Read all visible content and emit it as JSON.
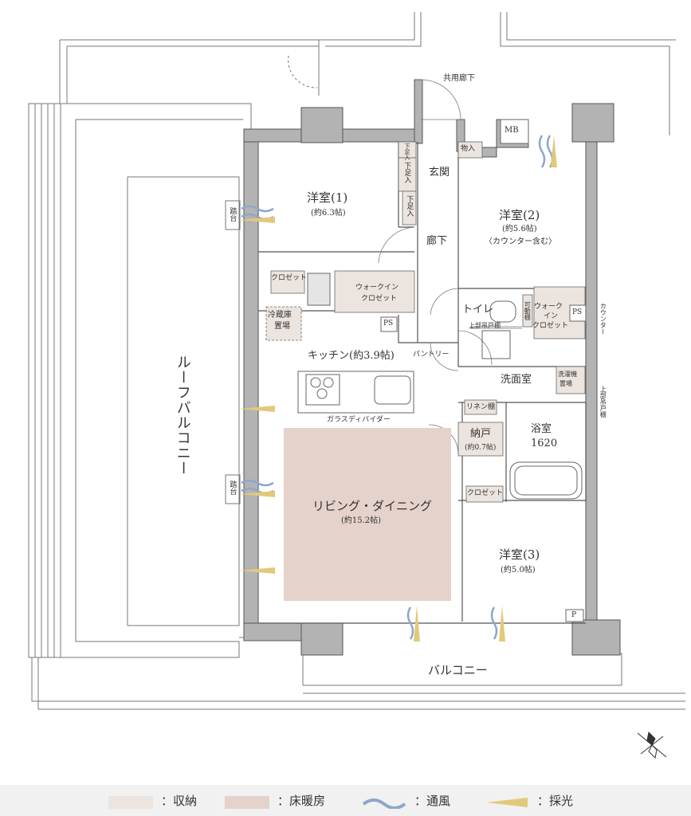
{
  "rooms": {
    "western1": {
      "name": "洋室(1)",
      "size": "(約6.3帖)"
    },
    "western2": {
      "name": "洋室(2)",
      "size": "(約5.6帖)",
      "note": "〈カウンター含む〉"
    },
    "western3": {
      "name": "洋室(3)",
      "size": "(約5.0帖)"
    },
    "living": {
      "name": "リビング・ダイニング",
      "size": "(約15.2帖)"
    },
    "kitchen": {
      "name": "キッチン(約3.9帖)"
    },
    "entrance": "玄関",
    "hallway": "廊下",
    "toilet": "トイレ",
    "washroom": "洗面室",
    "bath": {
      "name": "浴室",
      "size": "1620"
    },
    "storeroom": {
      "name": "納戸",
      "size": "(約0.7帖)"
    }
  },
  "storage": {
    "closet1": "クロゼット",
    "closet3": "クロゼット",
    "walkin1": [
      "ウォークイン",
      "クロゼット"
    ],
    "walkin2": [
      "ウォーク",
      "イン",
      "クロゼット"
    ],
    "shoe": [
      "下足入",
      "下足入",
      "下足入"
    ],
    "storage_front": "物入",
    "linen": "リネン棚",
    "pantry": "パントリー",
    "fridge": [
      "冷蔵庫",
      "置場"
    ],
    "washer": [
      "洗濯機",
      "置場"
    ],
    "upper_shelf_toilet": "上部吊戸棚",
    "openable_shelf": "可動棚"
  },
  "fixtures": {
    "ps1": "PS",
    "ps2": "PS",
    "mb": "MB",
    "p": "P",
    "glass_divider": "ガラスディバイダー",
    "step1": "踏台",
    "step2": "踏台"
  },
  "exterior": {
    "roof_balcony": "ルーフバルコニー",
    "balcony": "バルコニー",
    "common_corridor": "共用廊下"
  },
  "callouts": {
    "counter": "カウンター",
    "upper_shelf": "上部吊戸棚"
  },
  "legend": [
    {
      "label": "：収納",
      "color": "#ece4df"
    },
    {
      "label": "：床暖房",
      "color": "#e4d2cb"
    },
    {
      "label": "：通風",
      "color": "#8ca7cc"
    },
    {
      "label": "：採光",
      "color": "#e2c97a"
    }
  ],
  "colors": {
    "wall": "#b3b3b3",
    "storage": "#ece4df",
    "floor_heating": "#e4d2cb",
    "wind": "#8ca7cc",
    "light": "#e2c97a",
    "line": "#555555"
  }
}
